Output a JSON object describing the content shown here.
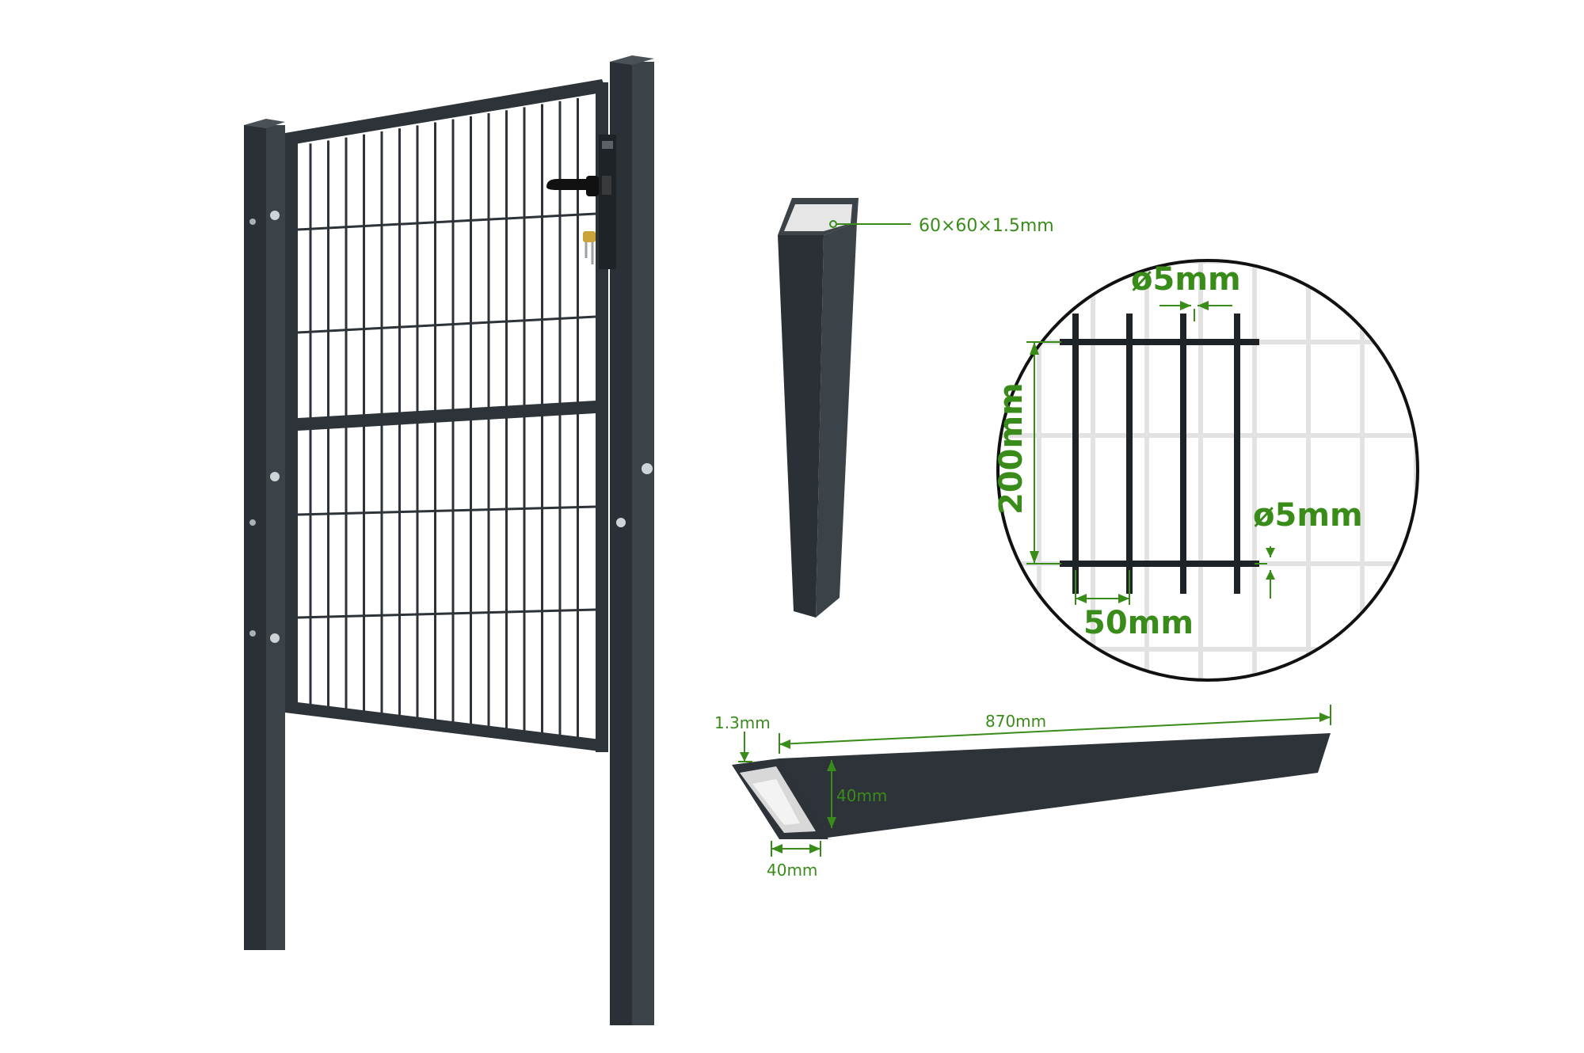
{
  "colors": {
    "metal": "#2d3338",
    "metal_light": "#3d444a",
    "metal_dark": "#1e2327",
    "dimension_green": "#3a8c1a",
    "mesh_grid_gray": "#e2e2e2",
    "background": "#ffffff"
  },
  "icons": {
    "lock": "gate-lock-icon",
    "keys": "key-icon"
  },
  "post": {
    "spec": "60×60×1.5mm"
  },
  "mesh_detail": {
    "wire_diameter_top": "ø5mm",
    "wire_diameter_side": "ø5mm",
    "vertical_spacing": "200mm",
    "horizontal_spacing": "50mm"
  },
  "brace": {
    "thickness": "1.3mm",
    "length": "870mm",
    "height": "40mm",
    "width": "40mm"
  }
}
